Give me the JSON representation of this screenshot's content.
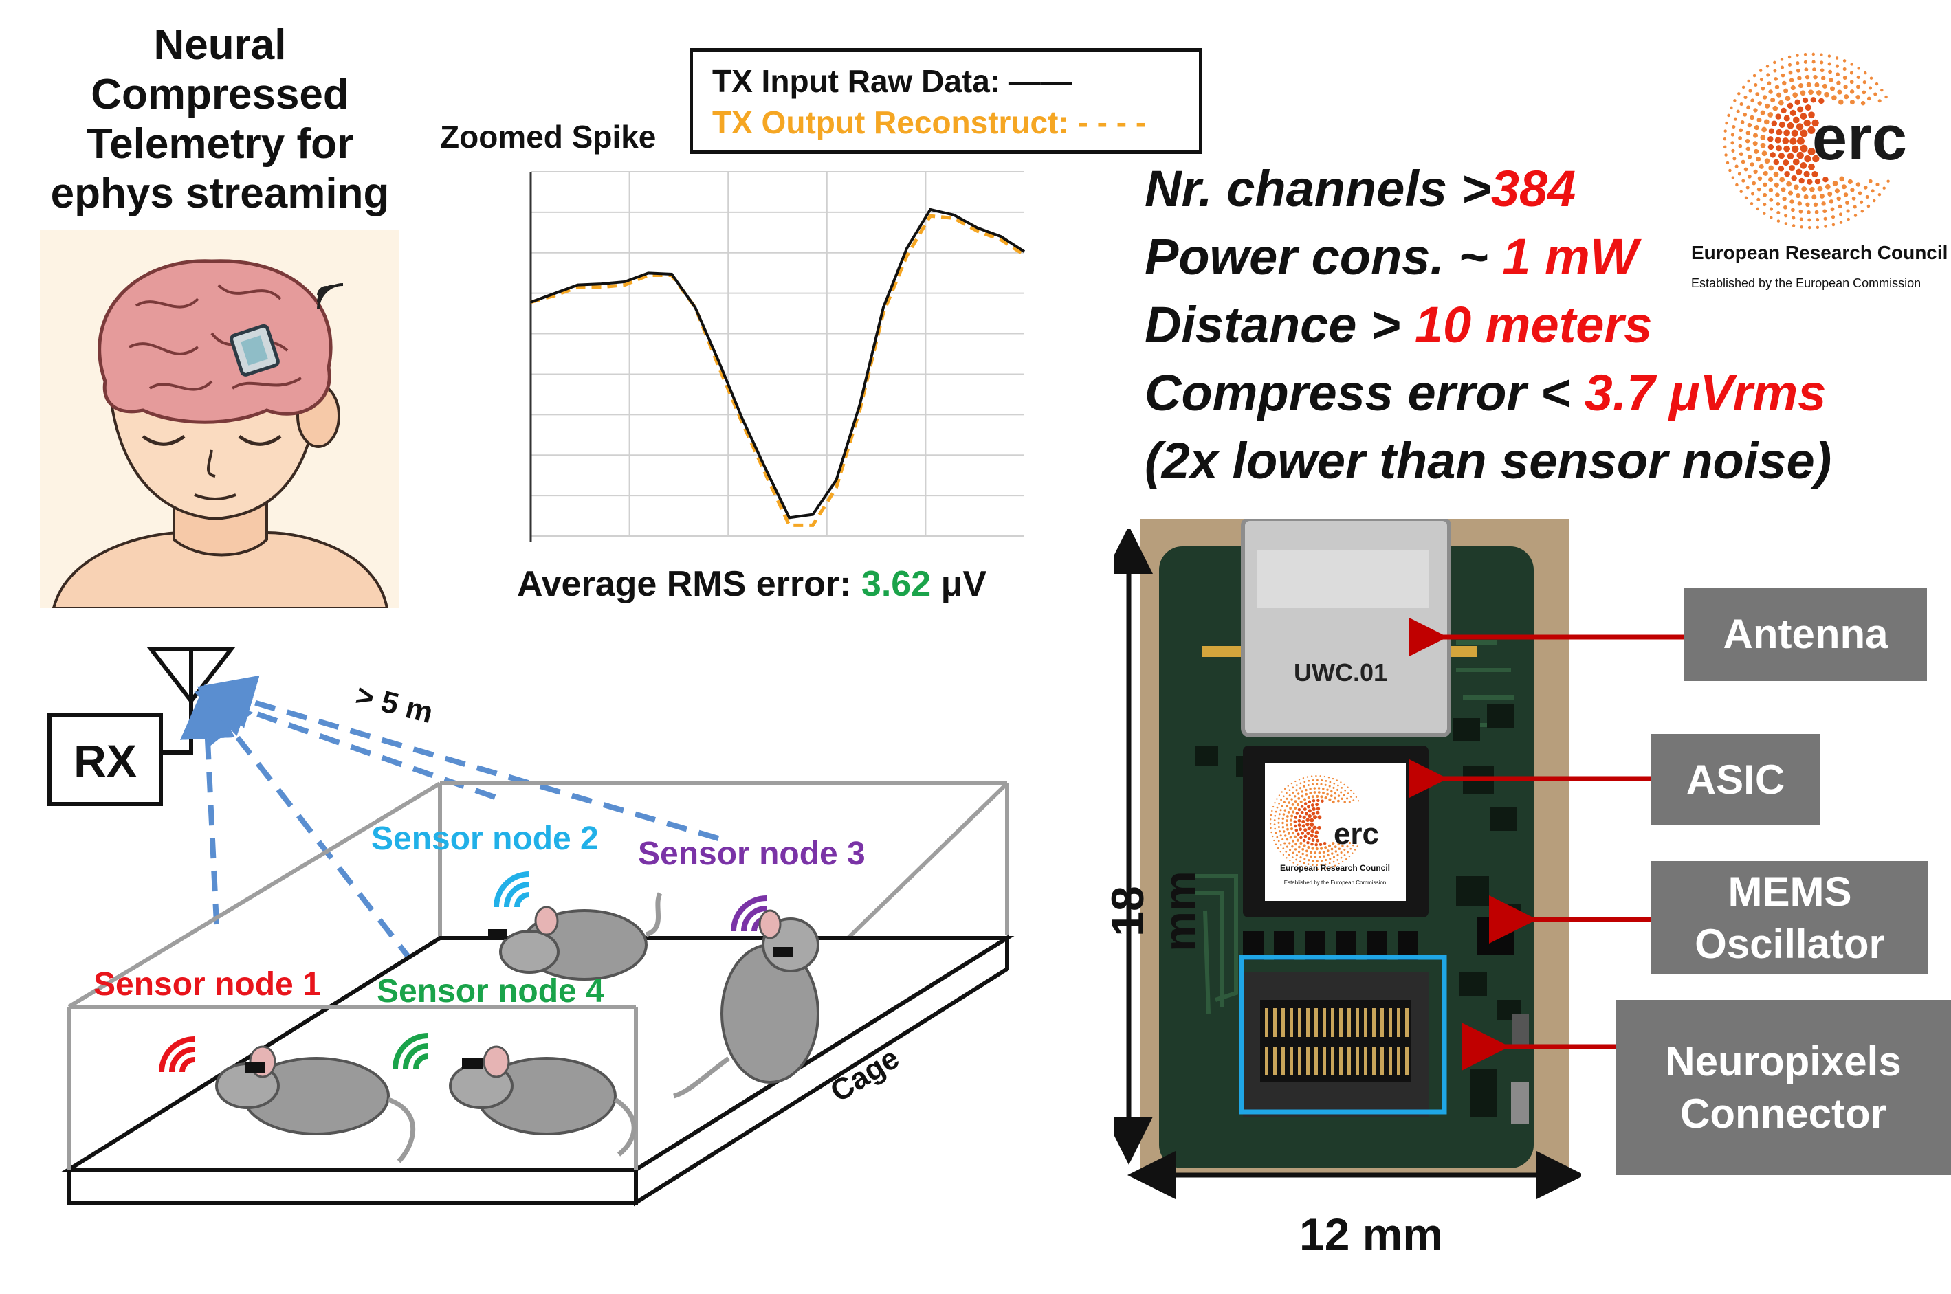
{
  "title": {
    "line1": "Neural",
    "line2": "Compressed",
    "line3": "Telemetry for",
    "line4": "ephys streaming"
  },
  "chart": {
    "title": "Zoomed Spike",
    "legend_raw": "TX Input Raw Data: ——",
    "legend_recon": "TX Output Reconstruct: - - - -",
    "rms_label": "Average RMS error:",
    "rms_value": "3.62",
    "rms_unit": "μV"
  },
  "chart_data": {
    "type": "line",
    "title": "Zoomed Spike",
    "xlabel": "",
    "ylabel": "",
    "x": [
      0,
      1,
      2,
      3,
      4,
      5,
      6,
      7,
      8,
      9,
      10,
      11,
      12,
      13,
      14,
      15,
      16,
      17,
      18,
      19,
      20,
      21
    ],
    "series": [
      {
        "name": "TX Input Raw Data",
        "color": "#111111",
        "style": "solid",
        "values": [
          0.0,
          0.08,
          0.16,
          0.17,
          0.19,
          0.27,
          0.26,
          -0.05,
          -0.55,
          -1.08,
          -1.55,
          -2.0,
          -1.97,
          -1.65,
          -0.95,
          -0.05,
          0.5,
          0.86,
          0.81,
          0.69,
          0.61,
          0.47
        ]
      },
      {
        "name": "TX Output Reconstruct",
        "color": "#f5a623",
        "style": "dashed",
        "values": [
          0.0,
          0.06,
          0.14,
          0.14,
          0.16,
          0.25,
          0.25,
          -0.05,
          -0.6,
          -1.12,
          -1.6,
          -2.07,
          -2.07,
          -1.72,
          -1.0,
          -0.1,
          0.43,
          0.8,
          0.78,
          0.66,
          0.58,
          0.44
        ]
      }
    ],
    "grid": true
  },
  "specs": [
    {
      "label": "Nr. channels  >",
      "value": "384"
    },
    {
      "label": "Power cons. ~ ",
      "value": "1 mW"
    },
    {
      "label": "Distance > ",
      "value": "10 meters"
    },
    {
      "label": "Compress error < ",
      "value": "3.7 μVrms"
    },
    {
      "label": "(2x lower than sensor noise)",
      "value": ""
    }
  ],
  "erc": {
    "logo_text": "erc",
    "name": "European Research Council",
    "sub": "Established by the European Commission"
  },
  "board": {
    "chip_text": "UWC.01",
    "height": "18 mm",
    "width": "12 mm",
    "labels": {
      "antenna": "Antenna",
      "asic": "ASIC",
      "mems_line1": "MEMS",
      "mems_line2": "Oscillator",
      "np_line1": "Neuropixels",
      "np_line2": "Connector"
    }
  },
  "setup": {
    "rx": "RX",
    "distance": "> 5 m",
    "cage": "Cage",
    "nodes": [
      "Sensor node 1",
      "Sensor node 2",
      "Sensor node 3",
      "Sensor node 4"
    ],
    "node_colors": [
      "#e8141b",
      "#21b0e8",
      "#7a33a6",
      "#1aa34a"
    ],
    "arrow_color": "#5a8ed0"
  },
  "colors": {
    "accent_red": "#ee1111",
    "label_gray": "#767676",
    "arrow_red": "#c00000",
    "highlight_blue": "#1fa6e6"
  }
}
